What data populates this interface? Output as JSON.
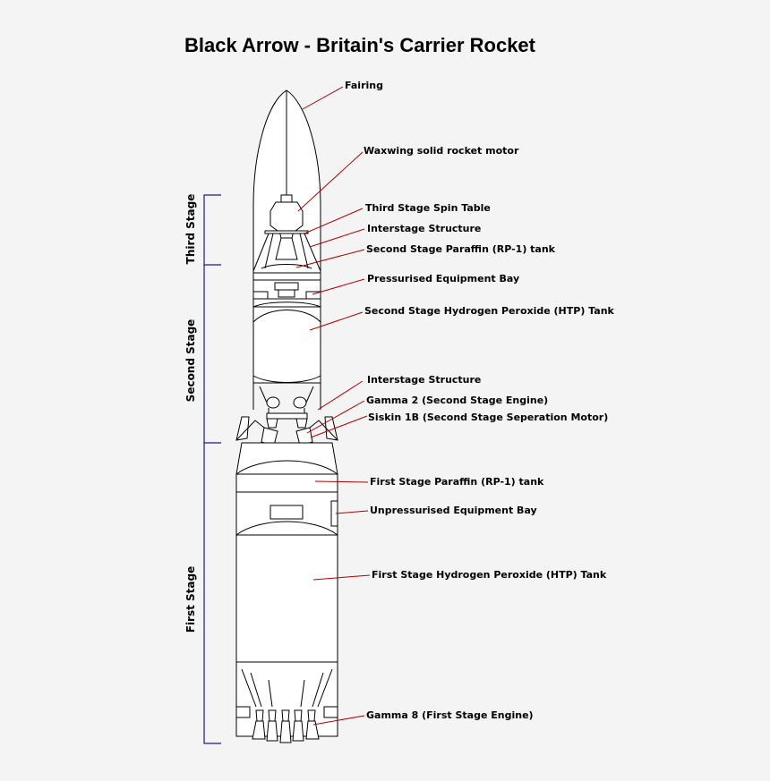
{
  "title": "Black Arrow - Britain's Carrier Rocket",
  "colors": {
    "leader": "#b00000",
    "bracket": "#1a1a8c",
    "outline": "#000000",
    "background": "#f4f4f4"
  },
  "stages": {
    "third": "Third Stage",
    "second": "Second Stage",
    "first": "First Stage"
  },
  "labels": {
    "fairing": "Fairing",
    "waxwing": "Waxwing solid rocket motor",
    "spin_table": "Third Stage Spin Table",
    "interstage_upper": "Interstage Structure",
    "second_paraffin": "Second Stage Paraffin (RP-1) tank",
    "equipment_bay": "Pressurised Equipment Bay",
    "second_htp": "Second Stage Hydrogen Peroxide (HTP) Tank",
    "interstage_lower": "Interstage Structure",
    "gamma2": "Gamma 2 (Second Stage Engine)",
    "siskin": "Siskin 1B (Second Stage Seperation Motor)",
    "first_paraffin": "First Stage Paraffin (RP-1) tank",
    "unpressurised_bay": "Unpressurised Equipment Bay",
    "first_htp": "First Stage Hydrogen Peroxide (HTP) Tank",
    "gamma8": "Gamma 8 (First Stage Engine)"
  }
}
